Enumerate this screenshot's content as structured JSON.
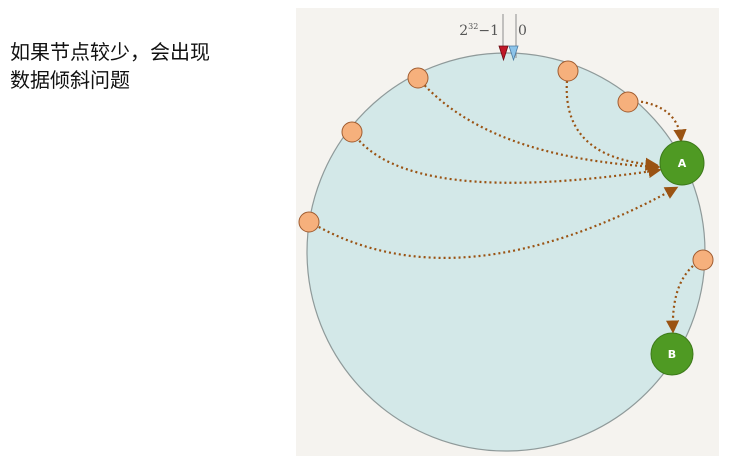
{
  "caption": {
    "line1": "如果节点较少，会出现",
    "line2": "数据倾斜问题"
  },
  "ring": {
    "max_label_base": "2",
    "max_label_exp": "32",
    "max_label_suffix": "−1",
    "zero_label": "0"
  },
  "servers": [
    {
      "id": "server-a",
      "label": "A"
    },
    {
      "id": "server-b",
      "label": "B"
    }
  ],
  "colors": {
    "ring_fill": "#d3e8e8",
    "ring_stroke": "#8f9a9a",
    "server_fill": "#4f9a23",
    "data_node_fill": "#f6b07c",
    "data_node_stroke": "#a05c30",
    "arrow": "#9a5313",
    "marker_max": "#c01828",
    "marker_zero": "#8cc4ea",
    "figure_bg": "#f5f3ef"
  }
}
